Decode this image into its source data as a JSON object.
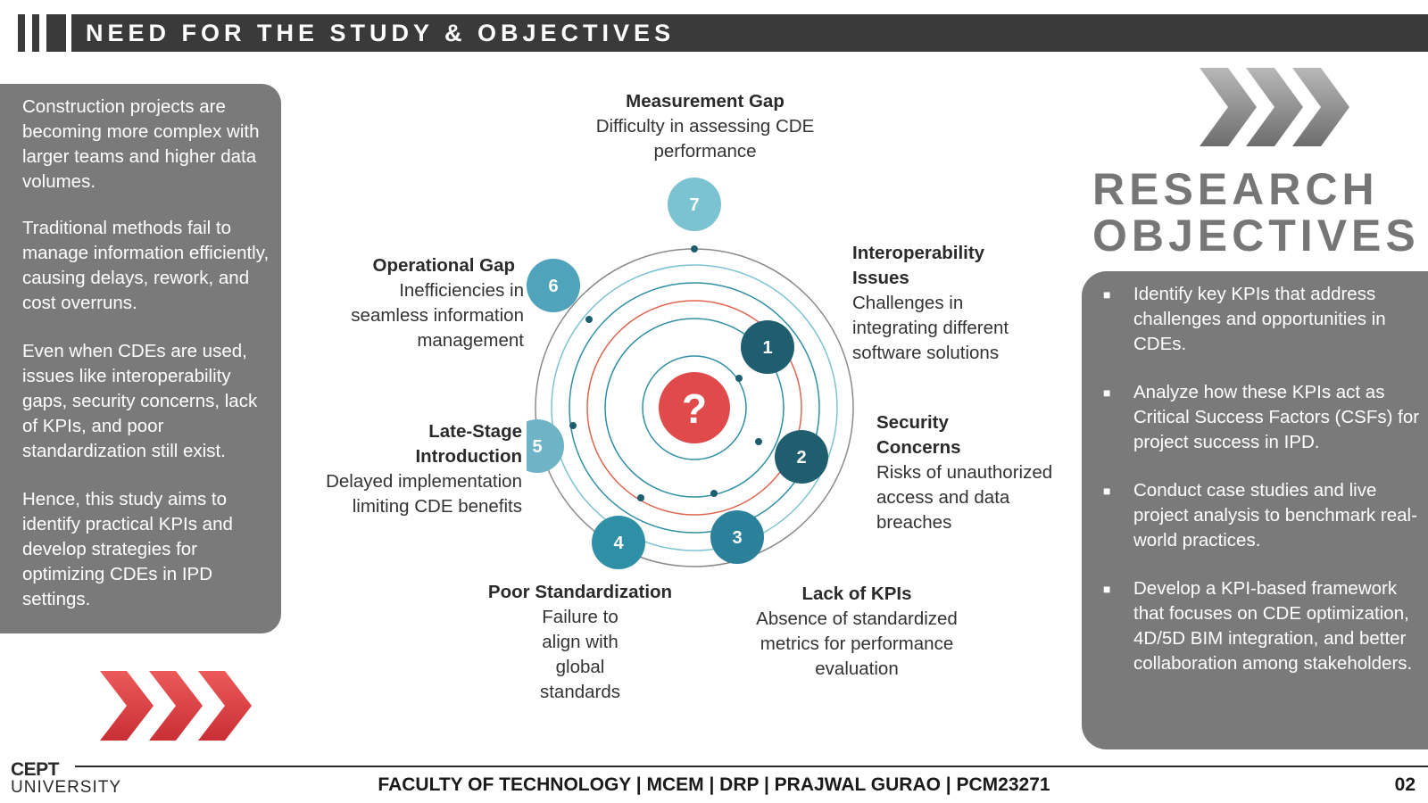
{
  "header": {
    "title": "NEED FOR THE STUDY & OBJECTIVES"
  },
  "left_panel": {
    "paragraphs": [
      "Construction projects are becoming more complex with larger teams and higher data volumes.",
      "Traditional methods fail to manage information efficiently, causing delays, rework, and cost overruns.",
      "Even when CDEs are used, issues like interoperability gaps, security concerns, lack of KPIs, and poor standardization still exist.",
      "Hence, this study aims to identify practical KPIs and develop strategies for optimizing CDEs in IPD settings."
    ]
  },
  "research": {
    "title_line1": "RESEARCH",
    "title_line2": "OBJECTIVES",
    "objectives": [
      "Identify key KPIs that address challenges and opportunities in CDEs.",
      "Analyze how these KPIs act as Critical Success Factors (CSFs) for project success in IPD.",
      "Conduct case studies and live project analysis to benchmark real-world practices.",
      "Develop a KPI-based framework that focuses on CDE optimization, 4D/5D BIM integration, and better collaboration among stakeholders."
    ],
    "bullet": "■"
  },
  "diagram": {
    "center_symbol": "?",
    "colors": {
      "center": "#e14a4a",
      "dark": "#1f5e6e",
      "mid": "#2f8fa6",
      "light": "#7cc3d2",
      "red_ring": "#e0654d"
    },
    "nodes": [
      {
        "number": "1",
        "title": "Interoperability Issues",
        "desc": "Challenges in integrating different software solutions"
      },
      {
        "number": "2",
        "title": "Security Concerns",
        "desc": "Risks of unauthorized access and data breaches"
      },
      {
        "number": "3",
        "title": "Lack of KPIs",
        "desc": "Absence of standardized metrics for performance evaluation"
      },
      {
        "number": "4",
        "title": "Poor Standardization",
        "desc": "Failure to align with global standards"
      },
      {
        "number": "5",
        "title": "Late-Stage Introduction",
        "desc": "Delayed implementation limiting CDE benefits"
      },
      {
        "number": "6",
        "title": "Operational Gap",
        "desc": "Inefficiencies in seamless information management"
      },
      {
        "number": "7",
        "title": "Measurement Gap",
        "desc": "Difficulty in assessing CDE performance"
      }
    ]
  },
  "footer": {
    "text": "FACULTY OF TECHNOLOGY | MCEM | DRP | PRAJWAL GURAO | PCM23271",
    "page": "02",
    "logo_top": "CEPT",
    "logo_bottom": "UNIVERSITY"
  }
}
